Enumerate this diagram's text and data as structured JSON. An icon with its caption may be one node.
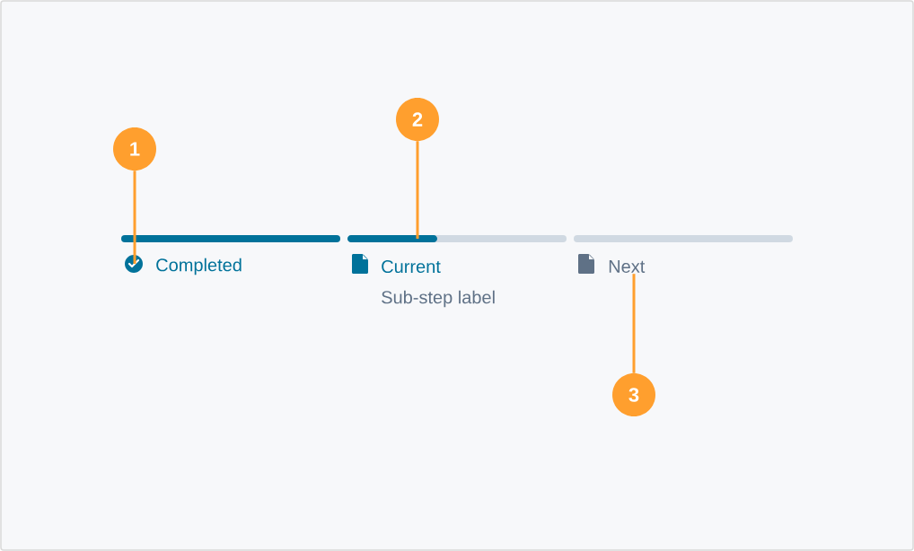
{
  "diagram": {
    "nodes": [
      {
        "text": [
          "1"
        ]
      },
      {
        "text": [
          "2"
        ]
      },
      {
        "text": [
          "3"
        ]
      },
      {
        "text": [],
        "shape": "circle"
      },
      {
        "text": [],
        "shape": "bar"
      },
      {
        "text": [
          "Next"
        ]
      }
    ],
    "edges": [
      {
        "from": 0,
        "to": 3,
        "arrow": "none"
      },
      {
        "from": 1,
        "to": 4,
        "arrow": "none"
      },
      {
        "from": 2,
        "to": 5,
        "arrow": "none"
      }
    ],
    "labels": [
      "Completed",
      "Current",
      "Sub-step label"
    ]
  }
}
